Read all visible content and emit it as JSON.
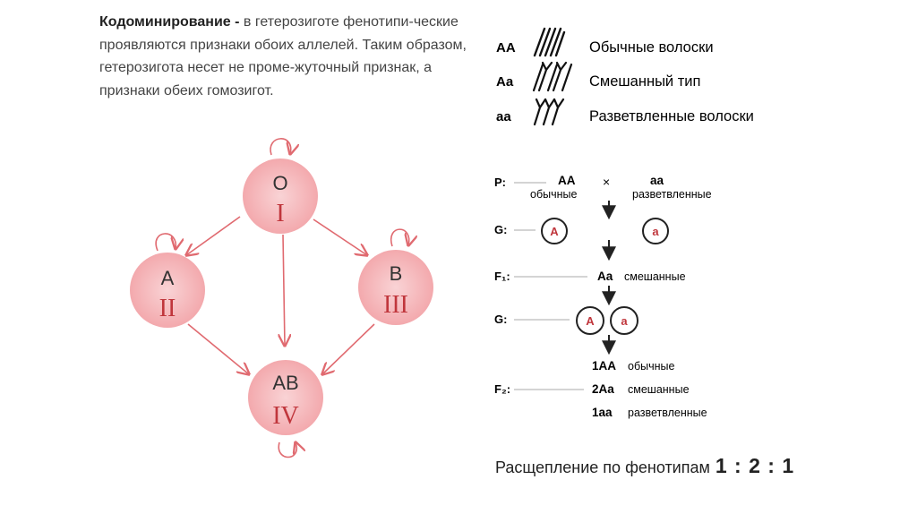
{
  "intro": {
    "term": "Кодоминирование -",
    "text": " в гетерозиготе фенотипи-ческие проявляются признаки обоих аллелей. Таким образом, гетерозигота несет не проме-жуточный признак, а признаки обеих гомозигот."
  },
  "blood_groups": {
    "nodes": [
      {
        "id": "O",
        "allele": "O",
        "roman": "I"
      },
      {
        "id": "A",
        "allele": "A",
        "roman": "II"
      },
      {
        "id": "B",
        "allele": "B",
        "roman": "III"
      },
      {
        "id": "AB",
        "allele": "AB",
        "roman": "IV"
      }
    ],
    "colors": {
      "node_fill": "#f3a9ad",
      "node_center": "#f9d3d5",
      "arrow": "#e06a70",
      "roman": "#c0363c"
    }
  },
  "hair_legend": [
    {
      "genotype": "AA",
      "phenotype": "Обычные волоски"
    },
    {
      "genotype": "Aa",
      "phenotype": "Смешанный тип"
    },
    {
      "genotype": "aa",
      "phenotype": "Разветвленные волоски"
    }
  ],
  "cross": {
    "p_label": "P:",
    "p_left_genotype": "AA",
    "p_left_phenotype": "обычные",
    "times": "×",
    "p_right_genotype": "aa",
    "p_right_phenotype": "разветвленные",
    "g1_label": "G:",
    "g1_gametes": [
      "A",
      "a"
    ],
    "f1_label": "F₁:",
    "f1_genotype": "Aa",
    "f1_phenotype": "смешанные",
    "g2_label": "G:",
    "g2_gametes": [
      "A",
      "a"
    ],
    "f2_label": "F₂:",
    "f2_rows": [
      {
        "genotype": "1AA",
        "phenotype": "обычные"
      },
      {
        "genotype": "2Aa",
        "phenotype": "смешанные"
      },
      {
        "genotype": "1aa",
        "phenotype": "разветвленные"
      }
    ],
    "gamete_ring_color": "#222222",
    "gamete_text_color": "#c0363c"
  },
  "ratio": {
    "label": "Расщепление по фенотипам",
    "value": "1 : 2 : 1"
  }
}
